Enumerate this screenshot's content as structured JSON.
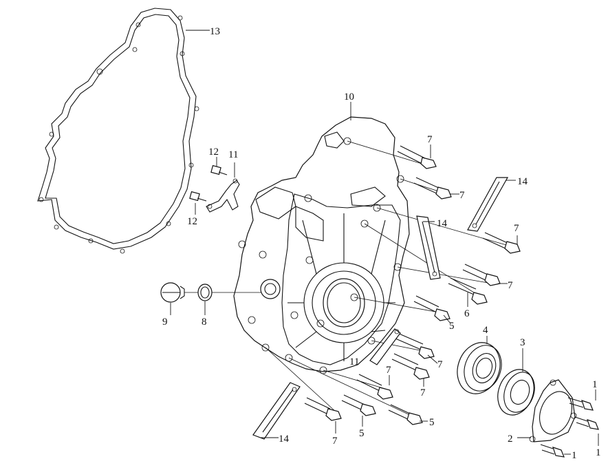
{
  "diagram": {
    "labels": {
      "n1a": "1",
      "n1b": "1",
      "n1c": "1",
      "n2": "2",
      "n3": "3",
      "n4": "4",
      "n5a": "5",
      "n5b": "5",
      "n5c": "5",
      "n6": "6",
      "n7a": "7",
      "n7b": "7",
      "n7c": "7",
      "n7d": "7",
      "n7e": "7",
      "n7f": "7",
      "n7g": "7",
      "n8": "8",
      "n9": "9",
      "n10": "10",
      "n11a": "11",
      "n11b": "11",
      "n12a": "12",
      "n12b": "12",
      "n13": "13",
      "n14a": "14",
      "n14b": "14",
      "n14c": "14"
    }
  }
}
